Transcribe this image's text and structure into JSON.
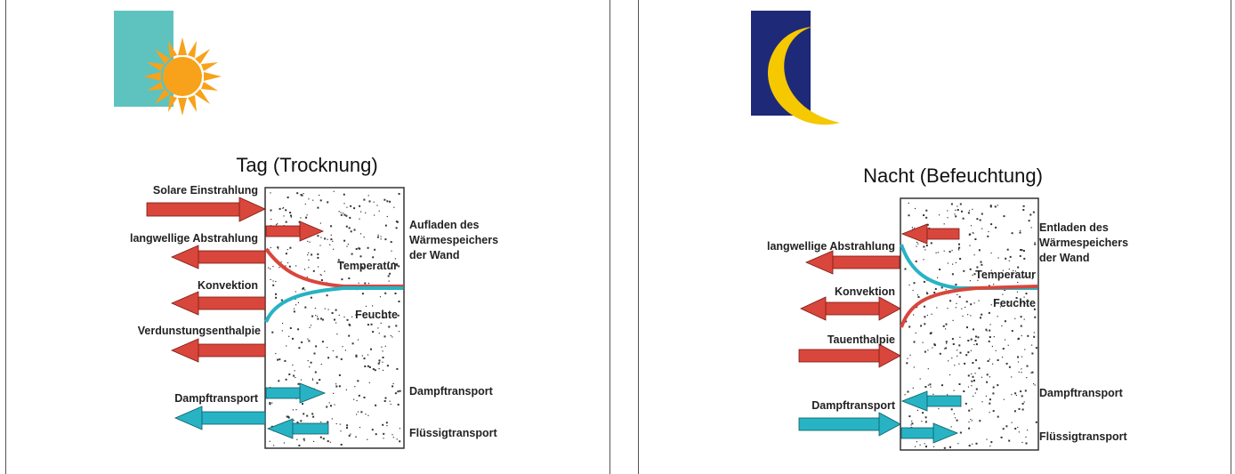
{
  "day": {
    "title": "Tag (Trocknung)",
    "labels": {
      "solar": "Solare Einstrahlung",
      "longwave": "langwellige Abstrahlung",
      "convection": "Konvektion",
      "evaporation": "Verdunstungsenthalpie",
      "vapor_left": "Dampftransport",
      "storage_1": "Aufladen des",
      "storage_2": "Wärmespeichers",
      "storage_3": "der Wand",
      "temperature": "Temperatur",
      "moisture": "Feuchte",
      "vapor_right": "Dampftransport",
      "liquid_right": "Flüssigtransport"
    },
    "icon": "sun-icon"
  },
  "night": {
    "title": "Nacht (Befeuchtung)",
    "labels": {
      "longwave": "langwellige Abstrahlung",
      "convection": "Konvektion",
      "condensation": "Tauenthalpie",
      "vapor_left": "Dampftransport",
      "storage_1": "Entladen des",
      "storage_2": "Wärmespeichers",
      "storage_3": "der Wand",
      "temperature": "Temperatur",
      "moisture": "Feuchte",
      "vapor_right": "Dampftransport",
      "liquid_right": "Flüssigtransport"
    },
    "icon": "moon-icon"
  },
  "colors": {
    "heat": "#d9463b",
    "moisture": "#27b3c4",
    "sun": "#f7a21a",
    "sun_bg": "#5ec3bf",
    "night_bg": "#1e2a78",
    "moon": "#f5c800"
  }
}
